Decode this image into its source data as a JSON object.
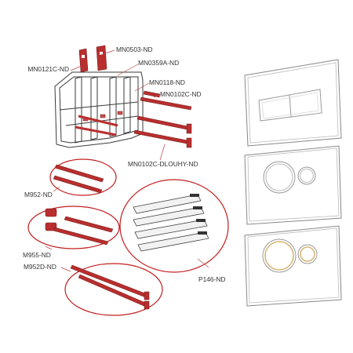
{
  "labels": {
    "mn0503": "MN0503-ND",
    "mn0121c": "MN0121C-ND",
    "mn0359a": "MN0359A-ND",
    "mn0118": "MN0118-ND",
    "mn0102c": "MN0102C-ND",
    "mn0102c_dlouhy": "MN0102C-DLOUHY-ND",
    "m952": "M952-ND",
    "m955": "M955-ND",
    "m952d": "M952D-ND",
    "p146": "P146-ND"
  },
  "colors": {
    "part_red": "#b92e2e",
    "highlight_oval": "#c21f1f",
    "frame_gray": "#3a3a3a",
    "plate_gray": "#888888"
  },
  "plates": [
    {
      "name": "plate-rectangular-buttons",
      "button_style": "rectangular-dual"
    },
    {
      "name": "plate-round-buttons-1",
      "button_style": "round-dual"
    },
    {
      "name": "plate-round-buttons-2",
      "button_style": "round-dual"
    }
  ]
}
